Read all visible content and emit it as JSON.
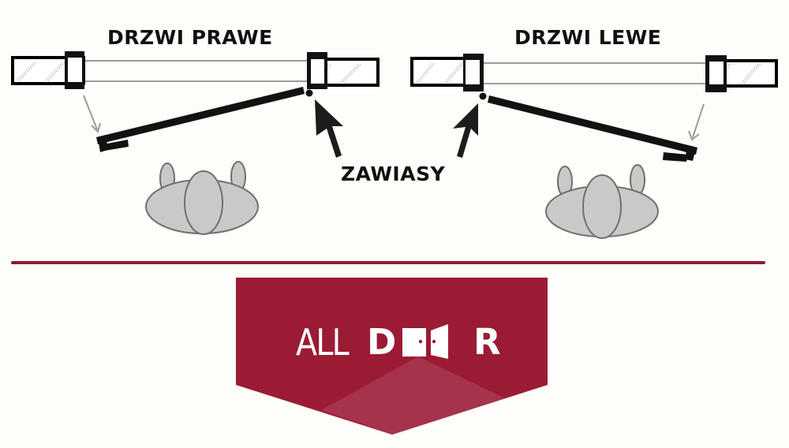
{
  "diagram": {
    "right_door": {
      "title": "DRZWI PRAWE"
    },
    "left_door": {
      "title": "DRZWI LEWE"
    },
    "hinge_label": "ZAWIASY"
  },
  "divider": {
    "color": "#8e1a30"
  },
  "brand": {
    "logo_prefix": "ALL",
    "logo_d": "D",
    "logo_r": "R",
    "logo_full": "ALLDOOR",
    "banner_color": "#9b1b34",
    "banner_highlight": "#a6324c",
    "text_color": "#ffffff"
  },
  "colors": {
    "background": "#fdfdfa",
    "ink": "#111111",
    "figure_fill": "#c9c9c7",
    "figure_stroke": "#6f6f6f",
    "swing_arrow": "#9a9a9a"
  }
}
